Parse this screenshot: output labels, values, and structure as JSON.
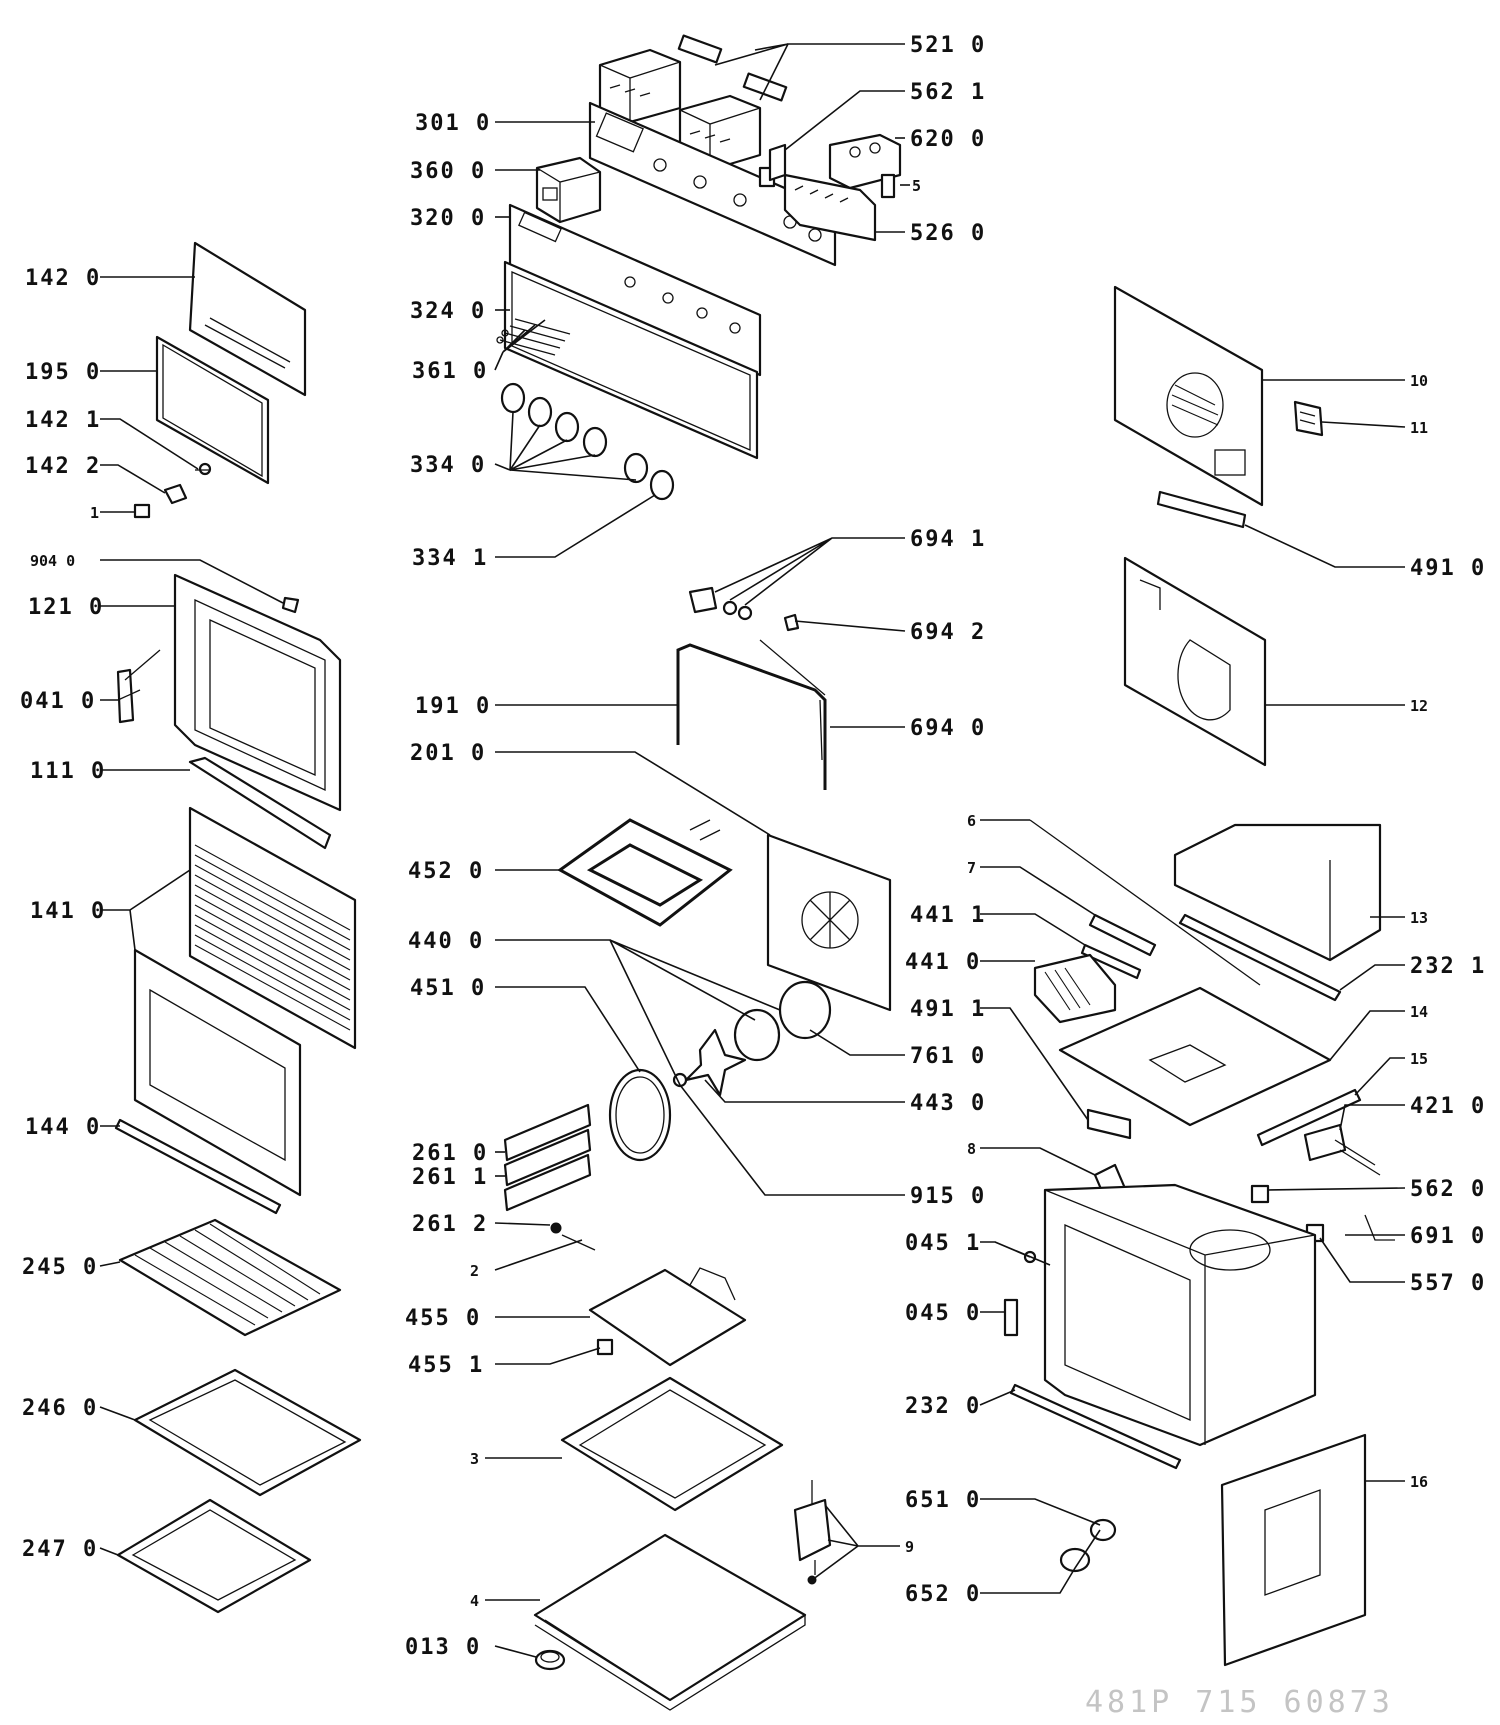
{
  "labels": {
    "l_521_0": "521 0",
    "l_562_1": "562 1",
    "l_620_0": "620 0",
    "l_526_0": "526 0",
    "l_5": "5",
    "l_301_0": "301 0",
    "l_360_0": "360 0",
    "l_320_0": "320 0",
    "l_324_0": "324 0",
    "l_361_0": "361 0",
    "l_334_0": "334 0",
    "l_334_1": "334 1",
    "l_142_0": "142 0",
    "l_195_0": "195 0",
    "l_142_1": "142 1",
    "l_142_2": "142 2",
    "l_1": "1",
    "l_904_0": "904 0",
    "l_121_0": "121 0",
    "l_041_0": "041 0",
    "l_111_0": "111 0",
    "l_141_0": "141 0",
    "l_144_0": "144 0",
    "l_245_0": "245 0",
    "l_246_0": "246 0",
    "l_247_0": "247 0",
    "l_694_1": "694 1",
    "l_694_2": "694 2",
    "l_694_0": "694 0",
    "l_191_0": "191 0",
    "l_201_0": "201 0",
    "l_452_0": "452 0",
    "l_440_0": "440 0",
    "l_451_0": "451 0",
    "l_761_0": "761 0",
    "l_443_0": "443 0",
    "l_915_0": "915 0",
    "l_261_0": "261 0",
    "l_261_1": "261 1",
    "l_261_2": "261 2",
    "l_2": "2",
    "l_455_0": "455 0",
    "l_455_1": "455 1",
    "l_3": "3",
    "l_4": "4",
    "l_013_0": "013 0",
    "l_10": "10",
    "l_11": "11",
    "l_491_0": "491 0",
    "l_12": "12",
    "l_6": "6",
    "l_7": "7",
    "l_441_1": "441 1",
    "l_441_0": "441 0",
    "l_491_1": "491 1",
    "l_13": "13",
    "l_232_1": "232 1",
    "l_14": "14",
    "l_15": "15",
    "l_421_0": "421 0",
    "l_8": "8",
    "l_562_0": "562 0",
    "l_045_1": "045 1",
    "l_691_0": "691 0",
    "l_557_0": "557 0",
    "l_045_0": "045 0",
    "l_232_0": "232 0",
    "l_16": "16",
    "l_651_0": "651 0",
    "l_9": "9",
    "l_652_0": "652 0"
  },
  "footer_code": "481P 715 60873"
}
